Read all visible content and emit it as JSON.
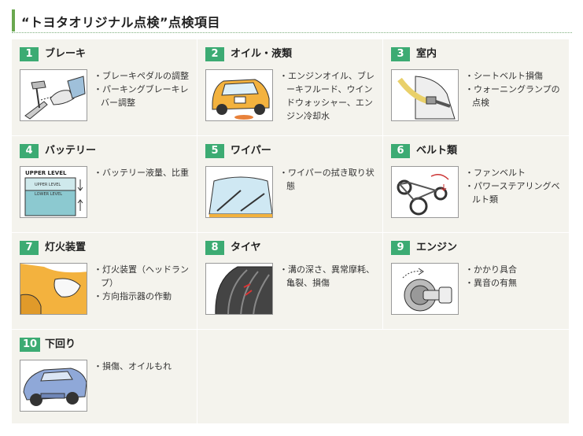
{
  "header": {
    "title": "“トヨタオリジナル点検”点検項目"
  },
  "items": [
    {
      "num": "1",
      "title": "ブレーキ",
      "icon": "brake-pedal-icon",
      "points": [
        "・ブレーキペダルの調整",
        "・パーキングブレーキレバー調整"
      ]
    },
    {
      "num": "2",
      "title": "オイル・液類",
      "icon": "car-oil-leak-icon",
      "points": [
        "・エンジンオイル、ブレーキフルード、ウインドウォッシャー、エンジン冷却水"
      ]
    },
    {
      "num": "3",
      "title": "室内",
      "icon": "seatbelt-icon",
      "points": [
        "・シートベルト損傷",
        "・ウォーニングランプの点検"
      ]
    },
    {
      "num": "4",
      "title": "バッテリー",
      "icon": "battery-level-icon",
      "points": [
        "・バッテリー液量、比重"
      ],
      "labels": {
        "upper": "UPPER LEVEL",
        "upper_small": "UPPER LEVEL",
        "lower": "LOWER LEVEL"
      }
    },
    {
      "num": "5",
      "title": "ワイパー",
      "icon": "wiper-icon",
      "points": [
        "・ワイパーの拭き取り状態"
      ]
    },
    {
      "num": "6",
      "title": "ベルト類",
      "icon": "fan-belt-icon",
      "points": [
        "・ファンベルト",
        "・パワーステアリングベルト類"
      ]
    },
    {
      "num": "7",
      "title": "灯火装置",
      "icon": "headlight-icon",
      "points": [
        "・灯火装置（ヘッドランプ）",
        "・方向指示器の作動"
      ]
    },
    {
      "num": "8",
      "title": "タイヤ",
      "icon": "tire-tread-icon",
      "points": [
        "・溝の深さ、異常摩耗、亀裂、損傷"
      ]
    },
    {
      "num": "9",
      "title": "エンジン",
      "icon": "ignition-key-icon",
      "points": [
        "・かかり具合",
        "・異音の有無"
      ]
    },
    {
      "num": "10",
      "title": "下回り",
      "icon": "car-underside-icon",
      "points": [
        "・損傷、オイルもれ"
      ]
    }
  ],
  "colors": {
    "accent": "#3cab73",
    "panel": "#f4f3ed",
    "header_bar": "#6aa84f"
  }
}
